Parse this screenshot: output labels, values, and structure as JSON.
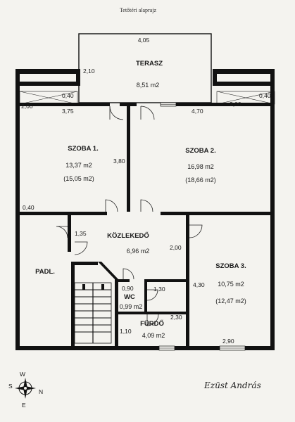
{
  "title": "Tetőtéri alaprajz",
  "rooms": {
    "terasz": {
      "name": "TERASZ",
      "area": "8,51 m2"
    },
    "szoba1": {
      "name": "SZOBA 1.",
      "area": "13,37 m2",
      "area2": "(15,05 m2)"
    },
    "szoba2": {
      "name": "SZOBA 2.",
      "area": "16,98 m2",
      "area2": "(18,66 m2)"
    },
    "kozlekedo": {
      "name": "KÖZLEKEDŐ",
      "area": "6,96 m2"
    },
    "szoba3": {
      "name": "SZOBA 3.",
      "area": "10,75 m2",
      "area2": "(12,47 m2)"
    },
    "padl": {
      "name": "PADL."
    },
    "wc": {
      "name": "WC",
      "area": "0,99 m2"
    },
    "furdo": {
      "name": "FÜRDŐ",
      "area": "4,09 m2"
    }
  },
  "dimensions": {
    "terrace_width": "4,05",
    "terrace_depth": "2,10",
    "left_balcony": "0,40",
    "left_balcony_depth": "2,00",
    "right_balcony": "0,40",
    "right_balcony_depth": "2,00",
    "szoba1_width": "3,75",
    "szoba2_width": "4,70",
    "partition_depth": "3,80",
    "left_offset": "0,40",
    "kozlekedo_width": "1,35",
    "kozlekedo_depth": "2,00",
    "wc_width": "0,90",
    "furdo_width": "1,30",
    "furdo_depth": "2,30",
    "furdo_lower": "1,10",
    "szoba3_depth": "4,30",
    "szoba3_width": "2,90"
  },
  "compass": {
    "n": "N",
    "s": "S",
    "e": "E",
    "w": "W"
  },
  "signature": "Ezüst András"
}
